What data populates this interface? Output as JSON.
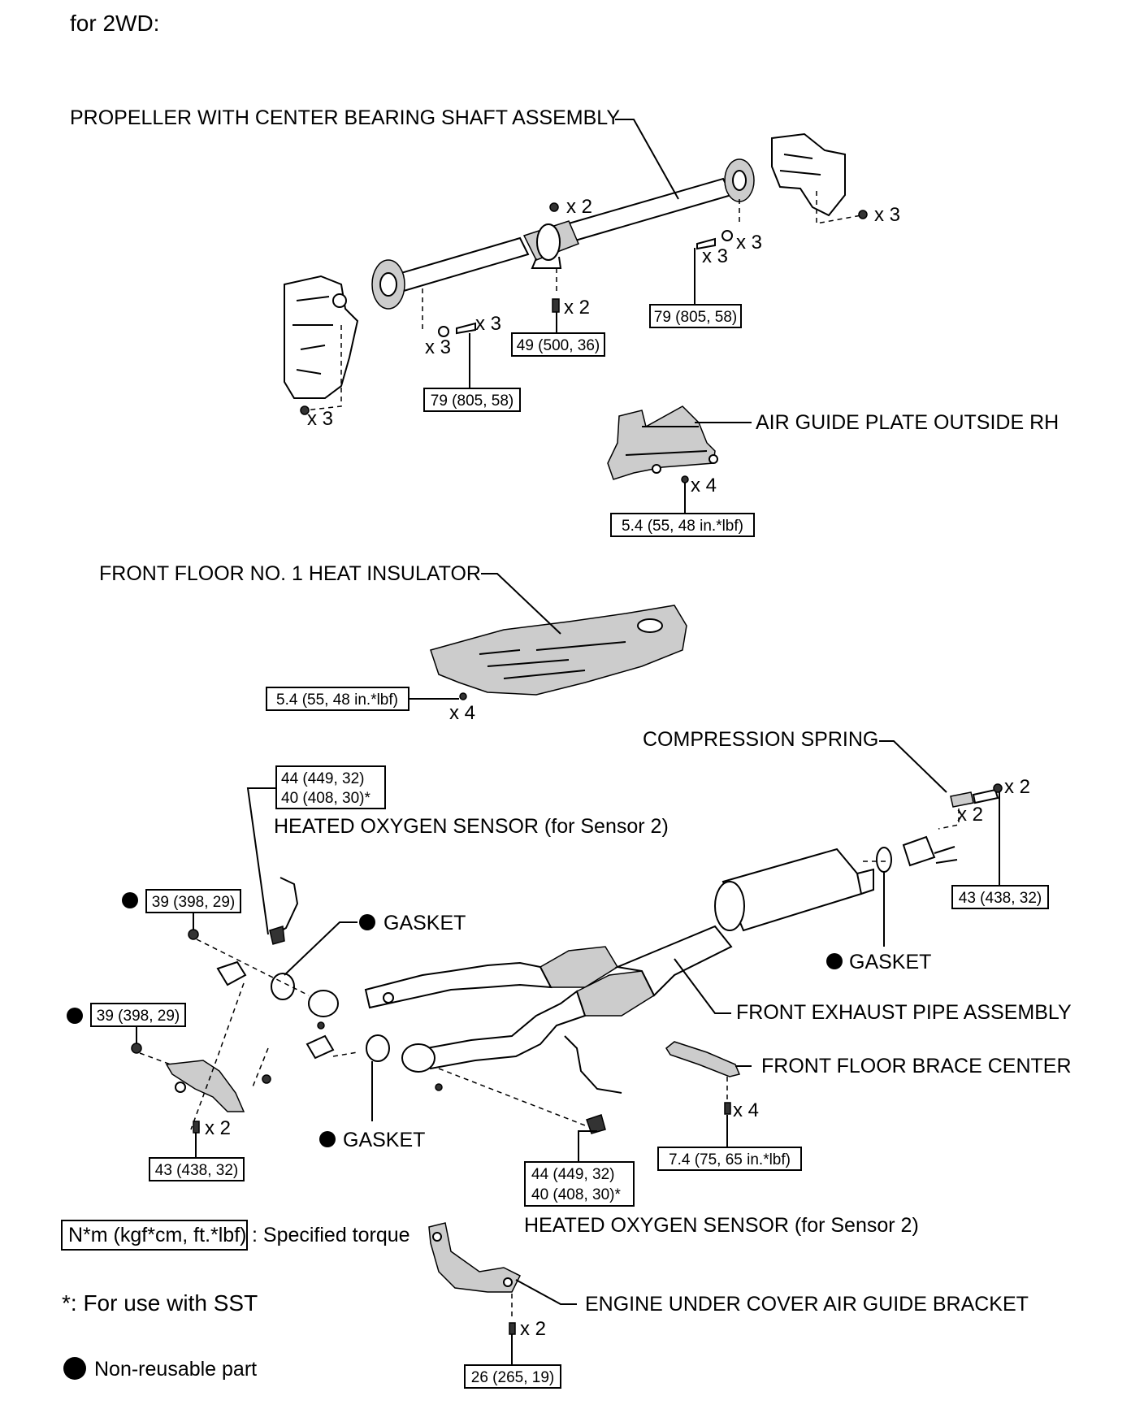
{
  "heading": "for 2WD:",
  "labels": {
    "propeller": "PROPELLER WITH CENTER BEARING SHAFT ASSEMBLY",
    "air_guide_plate": "AIR GUIDE PLATE OUTSIDE RH",
    "heat_insulator": "FRONT FLOOR NO. 1 HEAT INSULATOR",
    "compression_spring": "COMPRESSION SPRING",
    "oxygen_sensor_upper": "HEATED OXYGEN SENSOR (for Sensor 2)",
    "gasket_upper": "GASKET",
    "gasket_right": "GASKET",
    "front_exhaust_pipe": "FRONT EXHAUST PIPE ASSEMBLY",
    "front_floor_brace": "FRONT FLOOR BRACE CENTER",
    "gasket_lower": "GASKET",
    "oxygen_sensor_lower": "HEATED OXYGEN SENSOR (for Sensor 2)",
    "air_guide_bracket": "ENGINE UNDER COVER AIR GUIDE BRACKET"
  },
  "counts": {
    "c_x2_top": "x 2",
    "c_x3_top_right": "x 3",
    "c_x3_washer_right": "x 3",
    "c_x3_bolt_right": "x 3",
    "c_x3_bolt_left": "x 3",
    "c_x3_washer_left": "x 3",
    "c_x2_center": "x 2",
    "c_x3_nut_left": "x 3",
    "c_x4_plate": "x 4",
    "c_x4_insulator": "x 4",
    "c_x2_spring_bolt": "x 2",
    "c_x2_spring": "x 2",
    "c_x2_bracket": "x 2",
    "c_x4_brace": "x 4",
    "c_x2_guide": "x 2"
  },
  "torques": {
    "t_79_left": "79 (805, 58)",
    "t_49": "49 (500, 36)",
    "t_79_right": "79 (805, 58)",
    "t_plate": "5.4 (55, 48 in.*lbf)",
    "t_insulator": "5.4 (55, 48 in.*lbf)",
    "t_sensor_upper_1": "44 (449, 32)",
    "t_sensor_upper_2": "40 (408, 30)*",
    "t_spring": "43 (438, 32)",
    "t_nut_upper": "39 (398, 29)",
    "t_nut_lower": "39 (398, 29)",
    "t_bracket": "43 (438, 32)",
    "t_sensor_lower_1": "44 (449, 32)",
    "t_sensor_lower_2": "40 (408, 30)*",
    "t_brace": "7.4 (75, 65 in.*lbf)",
    "t_guide": "26 (265, 19)"
  },
  "legend": {
    "torque_box": "N*m (kgf*cm, ft.*lbf)",
    "torque_text": ": Specified torque",
    "sst": "*: For use with SST",
    "non_reusable": "Non-reusable part"
  }
}
